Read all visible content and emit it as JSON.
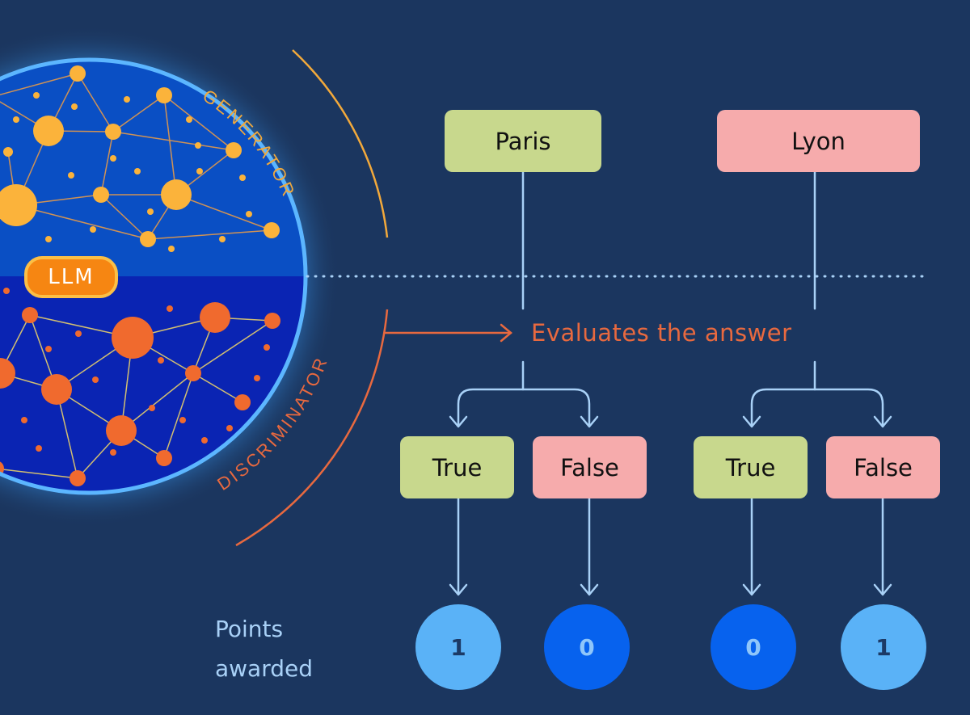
{
  "llm": {
    "label": "LLM",
    "generator_label": "GENERATOR",
    "discriminator_label": "DISCRIMINATOR"
  },
  "evaluate_label": "Evaluates the answer",
  "answers": [
    {
      "label": "Paris",
      "verdicts": [
        {
          "label": "True",
          "points": "1"
        },
        {
          "label": "False",
          "points": "0"
        }
      ]
    },
    {
      "label": "Lyon",
      "verdicts": [
        {
          "label": "True",
          "points": "0"
        },
        {
          "label": "False",
          "points": "1"
        }
      ]
    }
  ],
  "points_label_line1": "Points",
  "points_label_line2": "awarded",
  "colors": {
    "background": "#1b365f",
    "true_box": "#c8d88d",
    "false_box": "#f6abac",
    "generator_node": "#fbb33b",
    "discriminator_node": "#f06a2e",
    "connector": "#a9d1f7",
    "evaluate_text": "#e8693f",
    "llm_badge": "#f68612"
  }
}
